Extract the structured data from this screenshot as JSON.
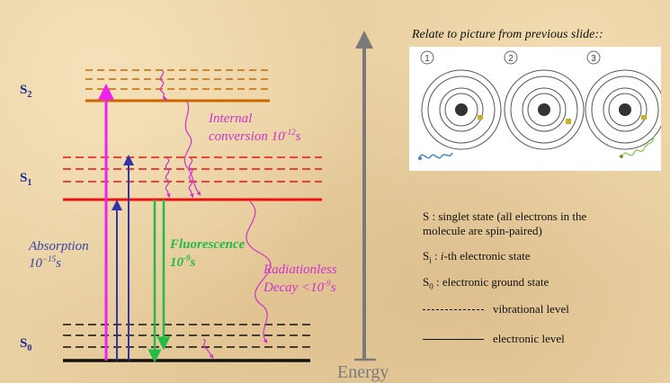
{
  "diagram": {
    "states": {
      "s2": {
        "letter": "S",
        "sub": "2"
      },
      "s1": {
        "letter": "S",
        "sub": "1"
      },
      "s0": {
        "letter": "S",
        "sub": "0"
      }
    },
    "energy_label": "Energy",
    "absorption": {
      "line1": "Absorption",
      "line2_base": "10",
      "line2_exp": "−15",
      "line2_unit": "s"
    },
    "fluorescence": {
      "line1": "Fluorescence",
      "line2_base": "10",
      "line2_exp": "-9",
      "line2_unit": "s"
    },
    "internal_conversion": {
      "line1": "Internal",
      "line2_base": "conversion 10",
      "line2_exp": "-12",
      "line2_unit": "s"
    },
    "radiationless": {
      "line1": "Radiationless",
      "line2_base": "Decay <10",
      "line2_exp": "-9",
      "line2_unit": "s"
    },
    "colors": {
      "s2_level": "#cc6600",
      "s1_level": "#ee1111",
      "s0_level": "#111111",
      "absorption_violet": "#ee22ee",
      "absorption_blue": "#3333aa",
      "fluorescence": "#22bb44",
      "magenta_text": "#cc33cc",
      "blue_text": "#3344aa",
      "energy_axis": "#7a7a7a"
    }
  },
  "legend": {
    "title": "Relate to picture from previous slide::",
    "panel_numbers": [
      "1",
      "2",
      "3"
    ],
    "singlet": "S : singlet state (all electrons in the",
    "singlet_line2": "molecule are spin-paired)",
    "ith_state_letter": "S",
    "ith_state_sub": "i",
    "ith_state_text_pre": " : ",
    "ith_state_text_italic": "i",
    "ith_state_text_post": "-th electronic state",
    "ground_letter": "S",
    "ground_sub": "0",
    "ground_text": " : electronic ground state",
    "vibrational": "vibrational level",
    "electronic": "electronic level"
  }
}
